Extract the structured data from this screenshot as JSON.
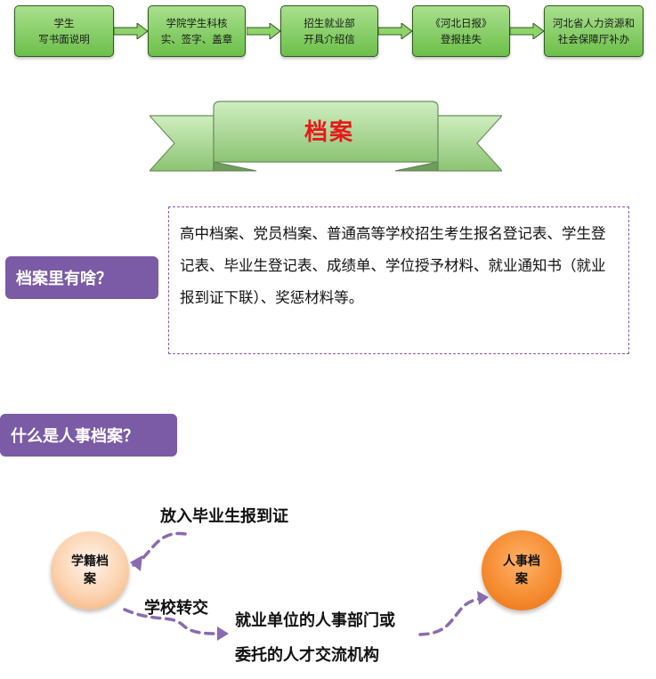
{
  "flow": {
    "steps": [
      {
        "line1": "学生",
        "line2": "写书面说明"
      },
      {
        "line1": "学院学生科核",
        "line2": "实、签字、盖章"
      },
      {
        "line1": "招生就业部",
        "line2": "开具介绍信"
      },
      {
        "line1": "《河北日报》",
        "line2": "登报挂失"
      },
      {
        "line1": "河北省人力资源和",
        "line2": "社会保障厅补办"
      }
    ]
  },
  "banner": {
    "title": "档案"
  },
  "section1": {
    "tag": "档案里有啥？",
    "content": "高中档案、党员档案、普通高等学校招生考生报名登记表、学生登记表、毕业生登记表、成绩单、学位授予材料、就业通知书（就业报到证下联）、奖惩材料等。"
  },
  "section2": {
    "tag": "什么是人事档案？",
    "student_file": {
      "line1": "学籍档",
      "line2": "案"
    },
    "personnel_file": {
      "line1": "人事档",
      "line2": "案"
    },
    "label_put_in": "放入毕业生报到证",
    "label_transfer": "学校转交",
    "label_dest_line1": "就业单位的人事部门或",
    "label_dest_line2": "委托的人才交流机构"
  },
  "colors": {
    "flow_green": "#6cbf4a",
    "banner_green": "#9fd08a",
    "title_red": "#e8191a",
    "purple": "#7b5aa6",
    "orange": "#f58a2e"
  }
}
